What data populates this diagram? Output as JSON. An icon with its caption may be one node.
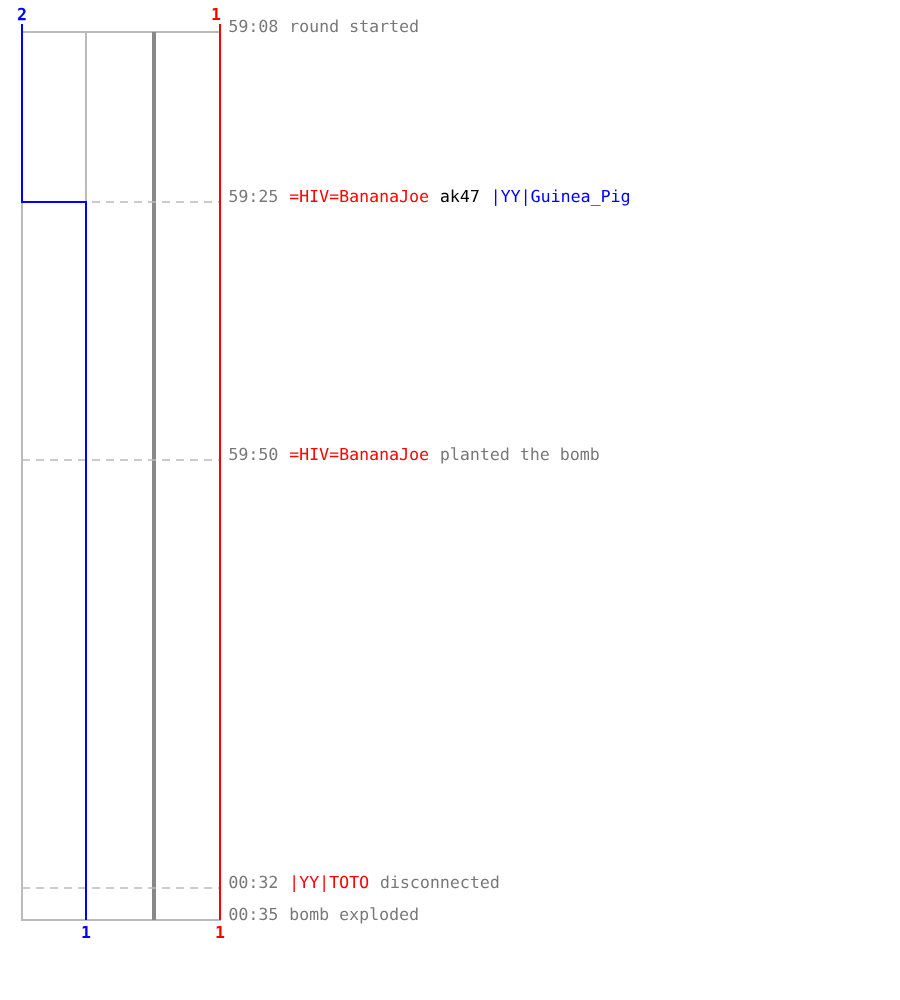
{
  "diagram": {
    "labels": [
      "2",
      "1",
      "59:08",
      "round started",
      "59:25",
      "=HIV=BananaJoe",
      "ak47",
      "|YY|Guinea_Pig",
      "59:50",
      "=HIV=BananaJoe",
      "planted the bomb",
      "00:32",
      "|YY|TOTO",
      "disconnected",
      "00:35",
      "bomb exploded",
      "1",
      "1"
    ]
  }
}
